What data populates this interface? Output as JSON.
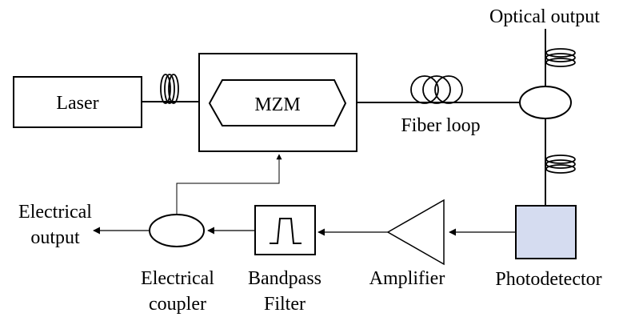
{
  "labels": {
    "laser": "Laser",
    "mzm": "MZM",
    "fiber_loop": "Fiber loop",
    "optical_output": "Optical output",
    "electrical_output_line1": "Electrical",
    "electrical_output_line2": "output",
    "electrical_coupler_line1": "Electrical",
    "electrical_coupler_line2": "coupler",
    "bandpass_line1": "Bandpass",
    "bandpass_line2": "Filter",
    "amplifier": "Amplifier",
    "photodetector": "Photodetector"
  },
  "colors": {
    "line": "#000000",
    "photodetector_fill": "#d5dcf0",
    "background": "#ffffff"
  }
}
